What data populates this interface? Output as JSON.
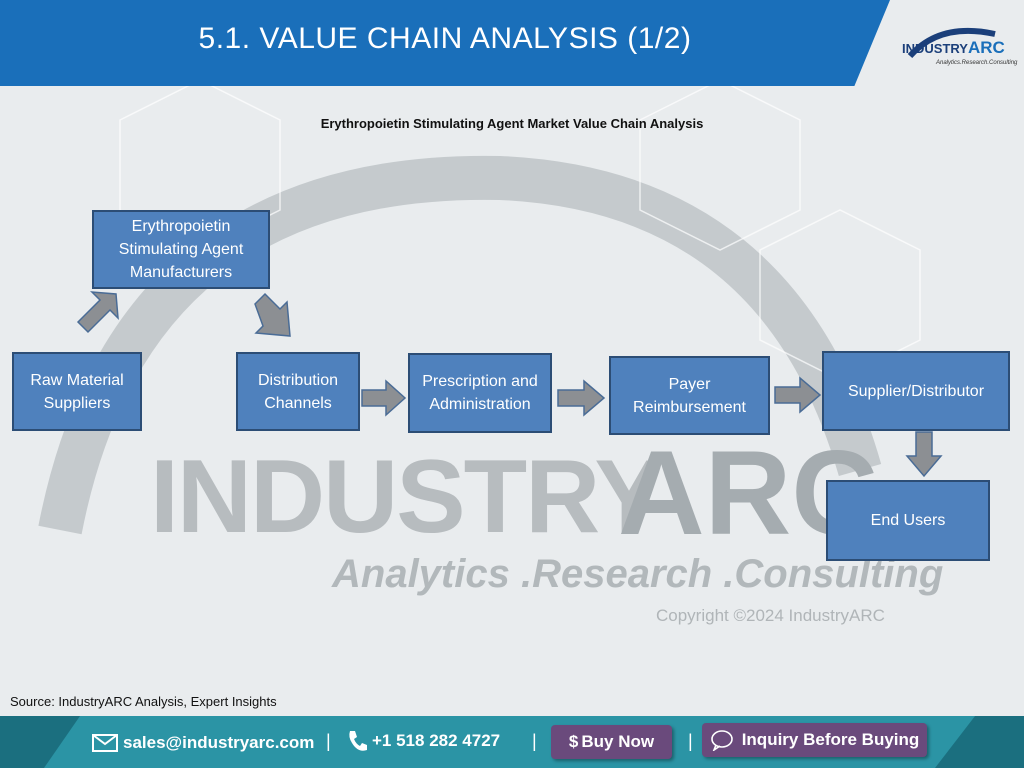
{
  "header": {
    "title": "5.1. VALUE CHAIN ANALYSIS (1/2)"
  },
  "logo": {
    "brand_a": "INDUSTRY",
    "brand_b": "ARC",
    "tagline": "Analytics.Research.Consulting"
  },
  "diagram": {
    "title": "Erythropoietin Stimulating Agent Market Value Chain Analysis",
    "nodes": {
      "raw": "Raw Material Suppliers",
      "manufacturers": "Erythropoietin Stimulating Agent Manufacturers",
      "distribution": "Distribution Channels",
      "prescription": "Prescription and Administration",
      "payer": "Payer Reimbursement",
      "supplier": "Supplier/Distributor",
      "end_users": "End Users"
    },
    "colors": {
      "node_fill": "#4f81bd",
      "node_border": "#2c4d75",
      "arrow_fill": "#8c8f93"
    }
  },
  "watermark": {
    "brand_a": "INDUSTRY",
    "brand_b": "ARC",
    "tagline": "Analytics .Research .Consulting",
    "copyright": "Copyright ©2024 IndustryARC"
  },
  "source": "Source: IndustryARC Analysis, Expert Insights",
  "footer": {
    "email": "sales@industryarc.com",
    "phone": "+1 518 282 4727",
    "buy_label": "Buy Now",
    "inquiry_label": "Inquiry Before Buying",
    "separator": "|"
  }
}
